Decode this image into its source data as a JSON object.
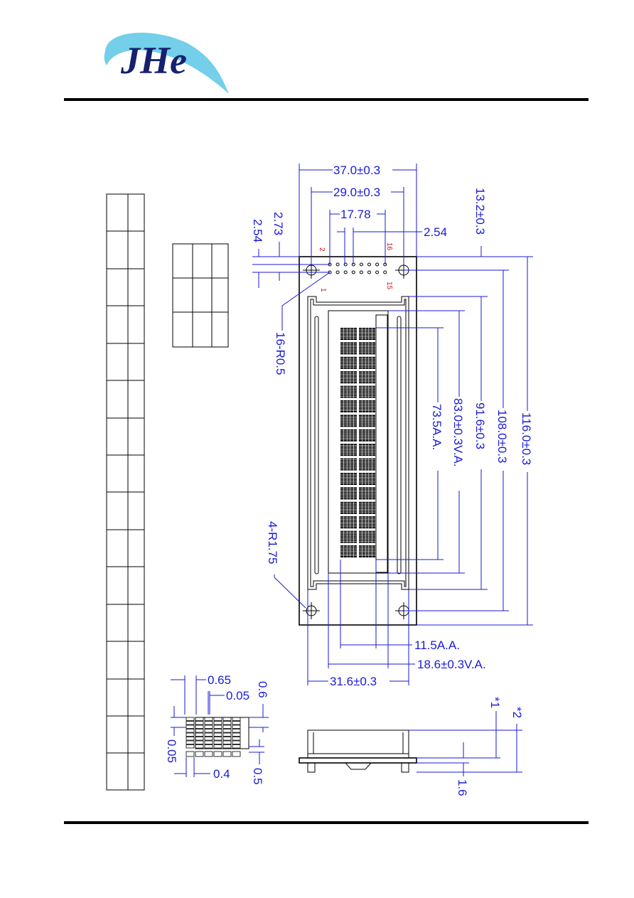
{
  "logo": {
    "text": "JHe"
  },
  "colors": {
    "dimension": "#1a1ad8",
    "pin_label": "#d01010",
    "logo_swoosh": "#5bc7e6",
    "logo_text": "#16206e"
  },
  "dimensions": {
    "overall_width": "37.0±0.3",
    "hole_pitch_x": "29.0±0.3",
    "pin_span": "17.78",
    "pin_pitch": "2.54",
    "pin_row_offset": "2.73",
    "pin_row_offset2": "2.54",
    "top_to_va": "13.2±0.3",
    "va_height": "83.0±0.3V.A.",
    "aa_height": "73.5A.A.",
    "bezel_height": "91.6±0.3",
    "hole_pitch_y": "108.0±0.3",
    "overall_height": "116.0±0.3",
    "pin_hole_note": "16-R0.5",
    "mount_hole_note": "4-R1.75",
    "aa_width": "11.5A.A.",
    "va_width": "18.6±0.3V.A.",
    "bezel_width": "31.6±0.3"
  },
  "pin_labels": {
    "p1": "1",
    "p2": "2",
    "p15": "15",
    "p16": "16"
  },
  "dot_detail": {
    "pitch_x": "0.65",
    "gap_x": "0.05",
    "pitch_y": "0.6",
    "gap_y": "0.05",
    "dot_width": "0.4",
    "dot_height": "0.5"
  },
  "side_view": {
    "note1": "*1",
    "note2": "*2",
    "pcb_thickness": "1.6"
  }
}
